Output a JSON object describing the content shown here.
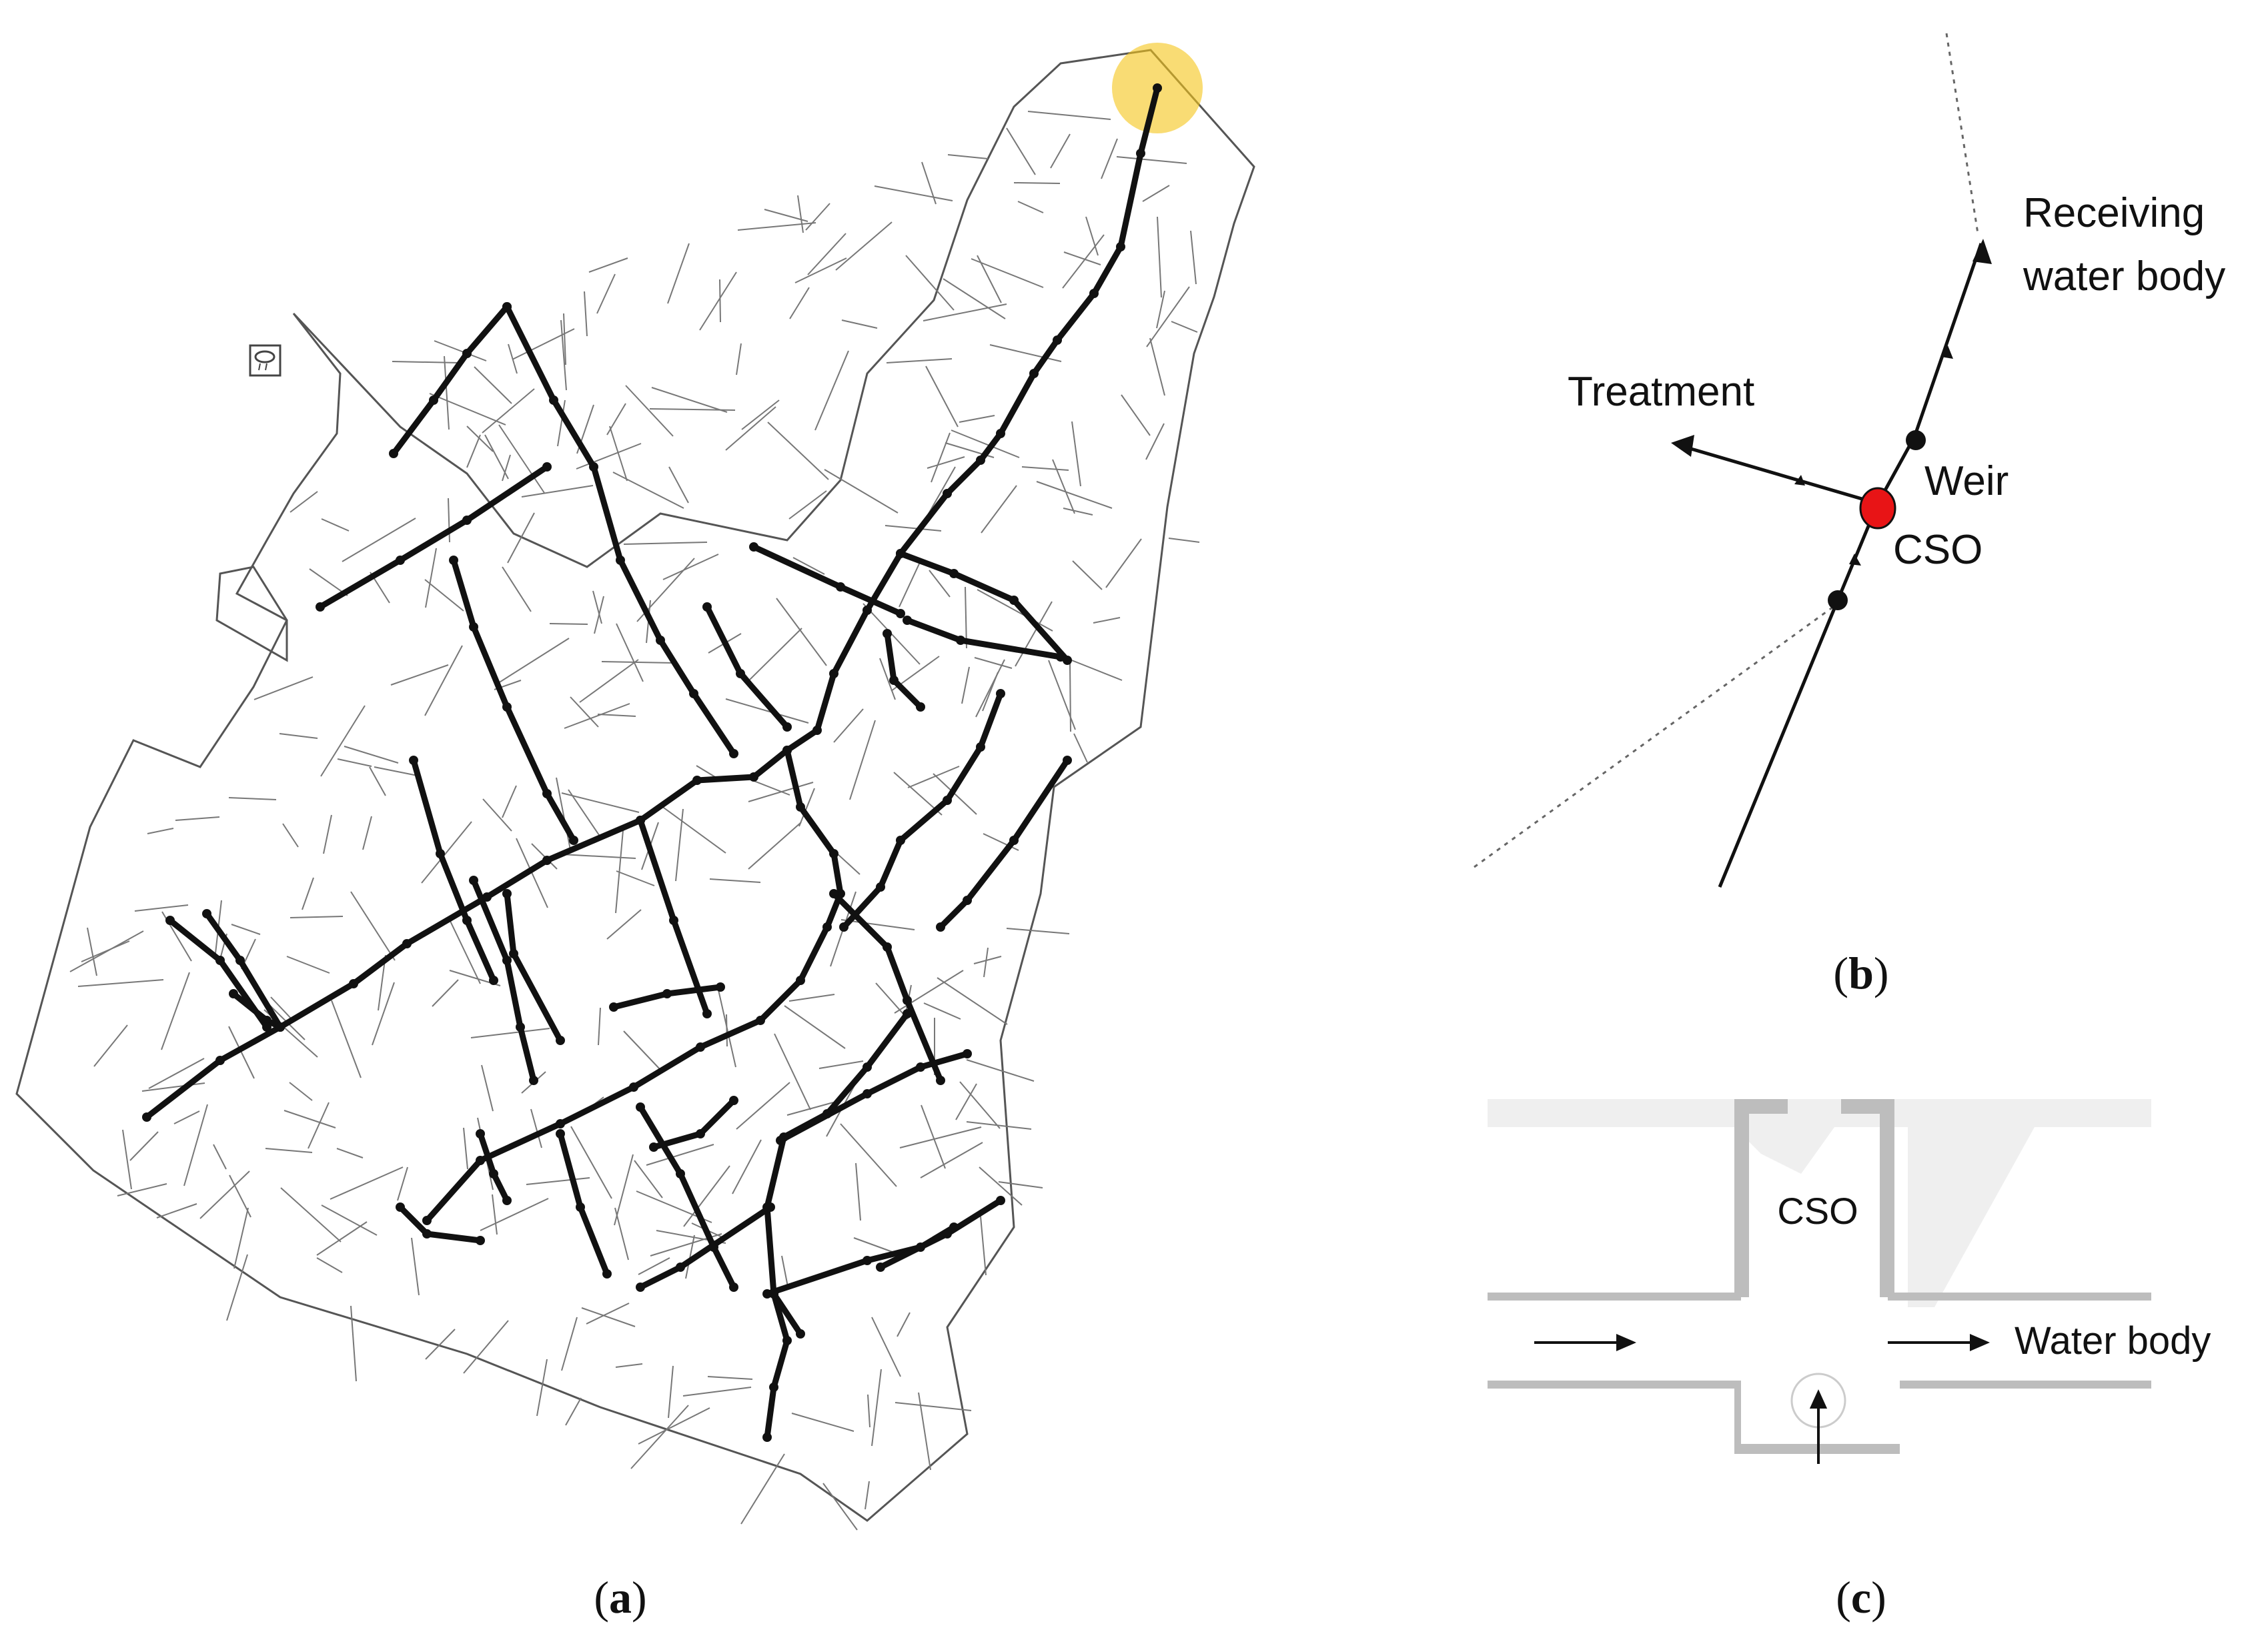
{
  "panels": {
    "a": {
      "caption_open": "(",
      "caption_letter": "a",
      "caption_close": ")"
    },
    "b": {
      "caption_open": "(",
      "caption_letter": "b",
      "caption_close": ")",
      "labels": {
        "receiving_line1": "Receiving",
        "receiving_line2": "water body",
        "treatment": "Treatment",
        "weir": "Weir",
        "cso": "CSO"
      },
      "colors": {
        "cso_node": "#e81416",
        "pipes": "#111111"
      }
    },
    "c": {
      "caption_open": "(",
      "caption_letter": "c",
      "caption_close": ")",
      "labels": {
        "cso": "CSO",
        "water_body": "Water body"
      }
    }
  },
  "colors": {
    "highlight": "#f5c518",
    "network": "#111111",
    "subcatchment": "#6b6b6b"
  }
}
